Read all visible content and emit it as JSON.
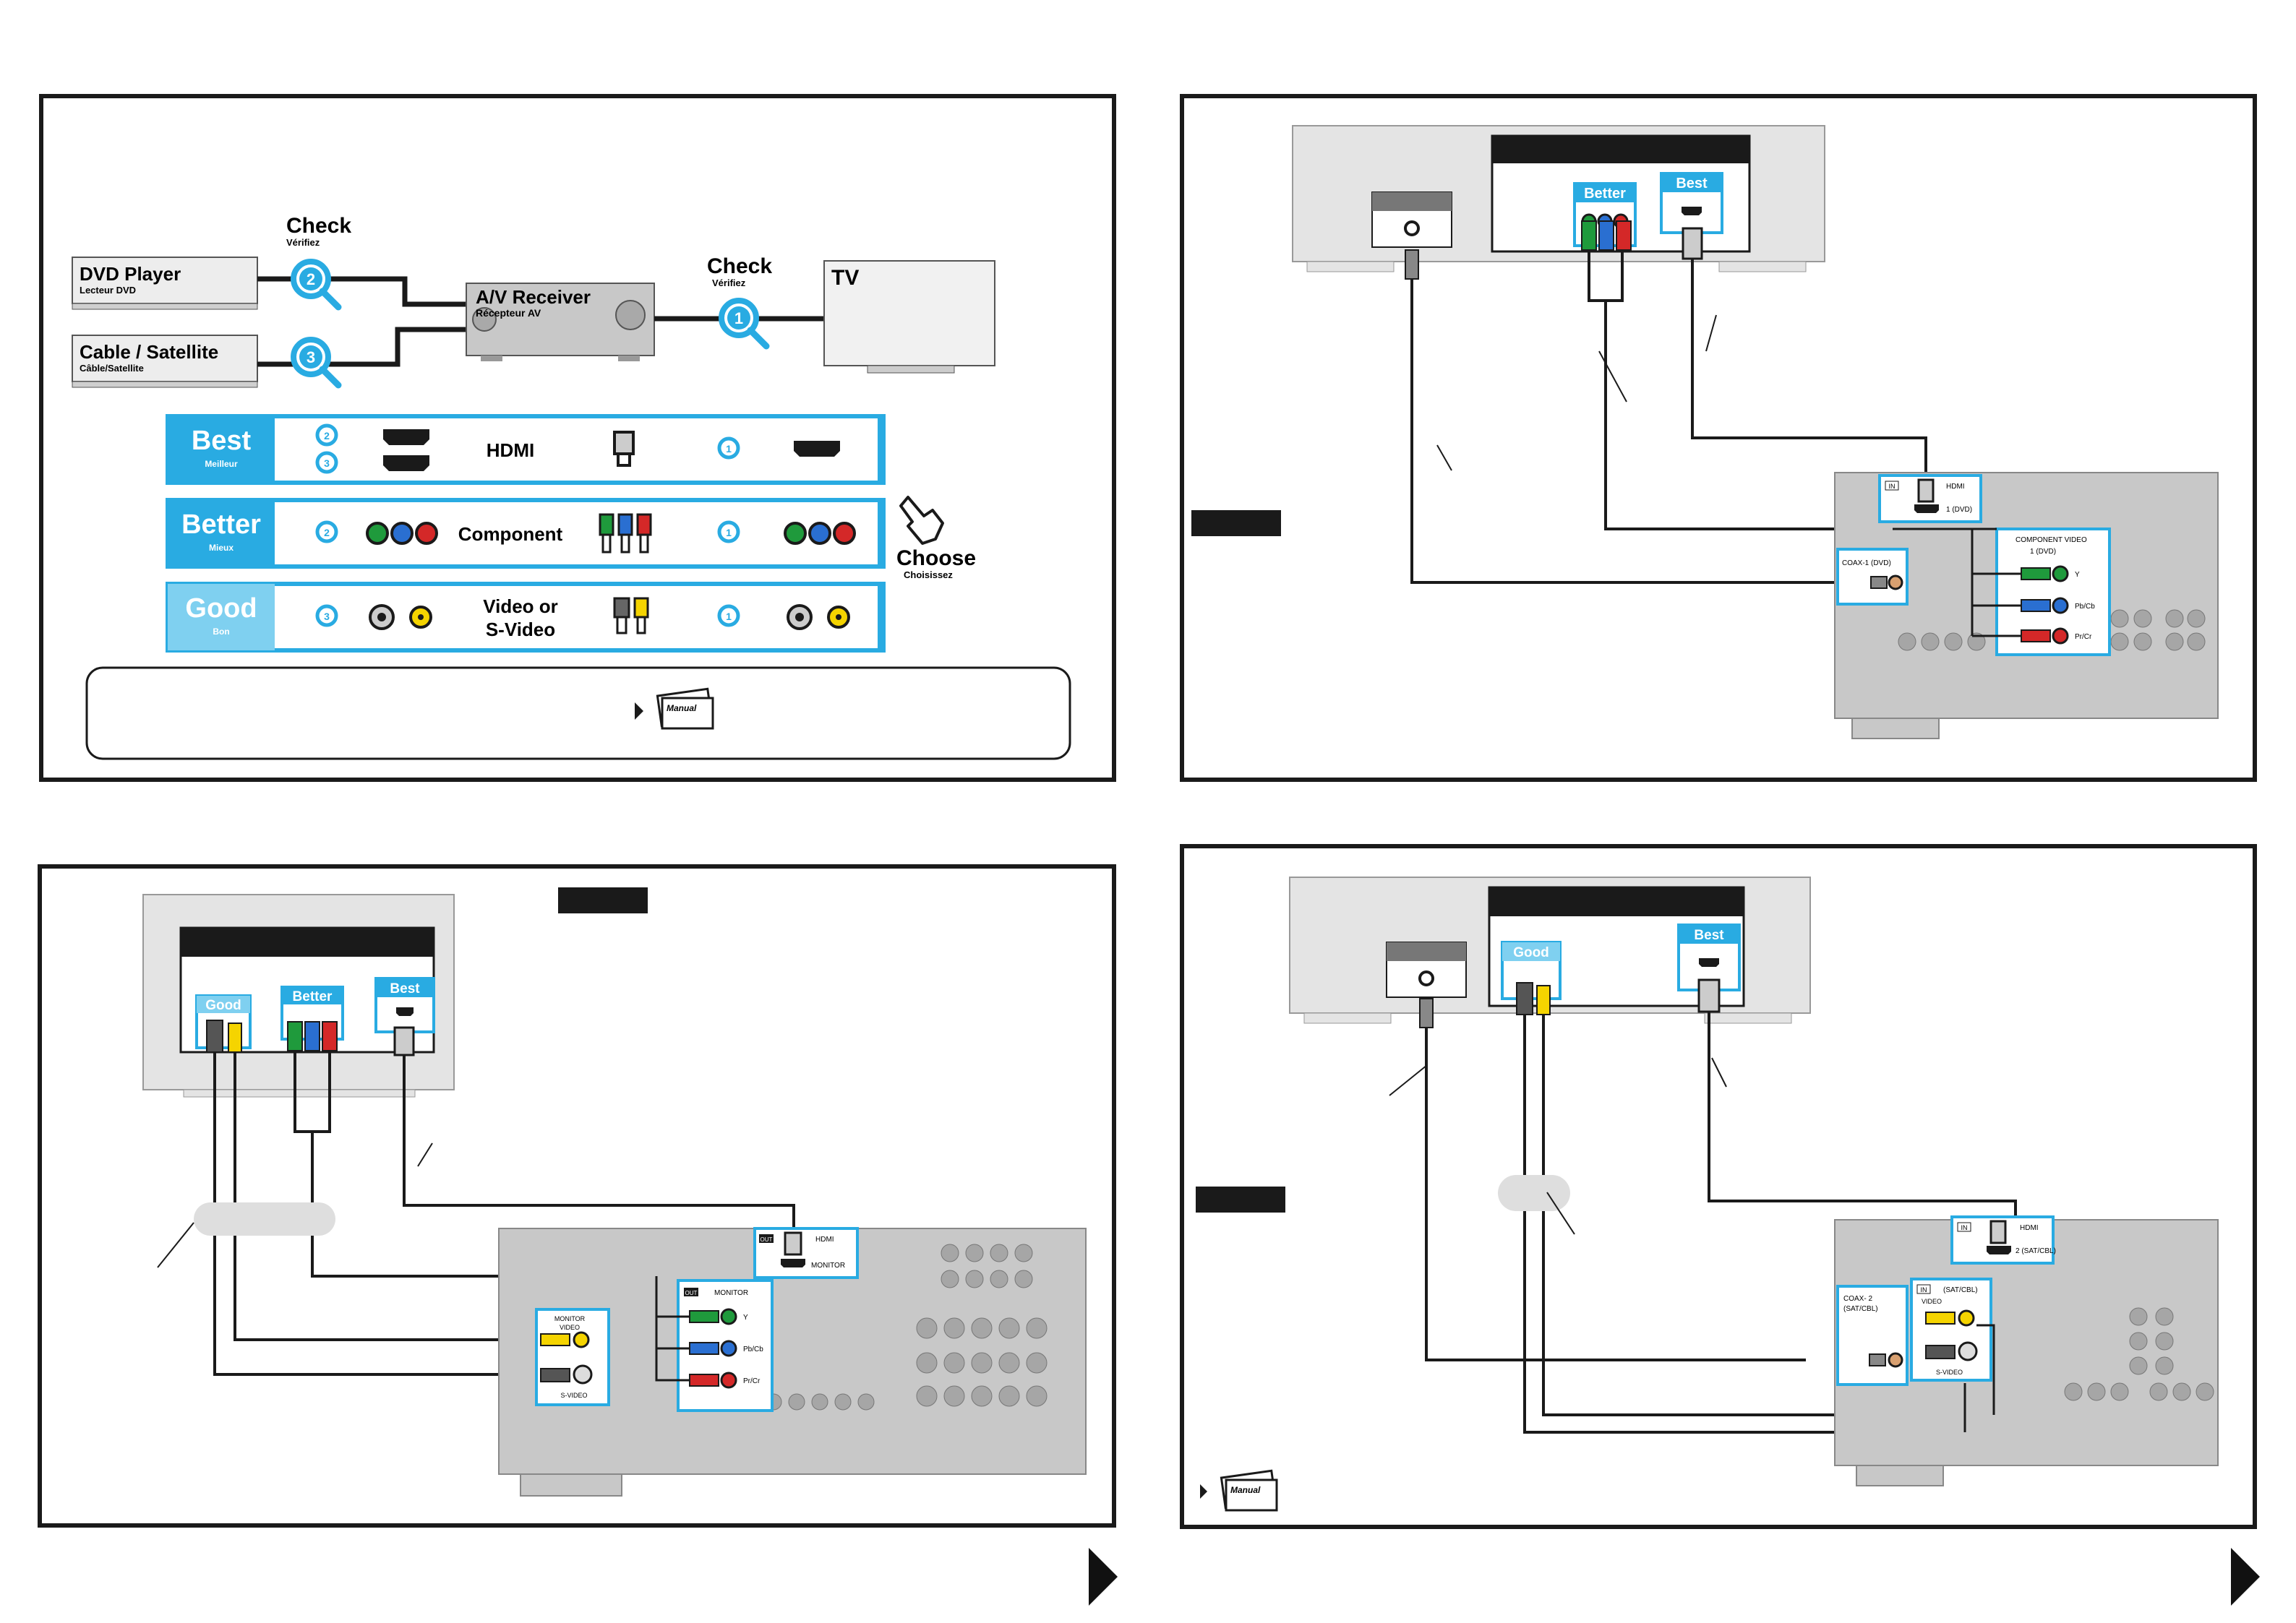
{
  "overview": {
    "check_labels": [
      {
        "title": "Check",
        "sub": "Vérifiez",
        "num": "2"
      },
      {
        "title": "Check",
        "sub": "Vérifiez",
        "num": "1"
      }
    ],
    "third_check_num": "3",
    "dvd_player": {
      "title": "DVD Player",
      "sub": "Lecteur DVD"
    },
    "cable_satellite": {
      "title": "Cable / Satellite",
      "sub": "Câble/Satellite"
    },
    "av_receiver": {
      "title": "A/V Receiver",
      "sub": "Récepteur AV"
    },
    "tv": {
      "title": "TV"
    },
    "rows": [
      {
        "grade": "Best",
        "grade_sub": "Meilleur",
        "connector": "HDMI",
        "nums": [
          "2",
          "3"
        ],
        "tv_num": "1"
      },
      {
        "grade": "Better",
        "grade_sub": "Mieux",
        "connector": "Component",
        "nums": [
          "2"
        ],
        "tv_num": "1"
      },
      {
        "grade": "Good",
        "grade_sub": "Bon",
        "connector": "Video or S-Video",
        "connector_lines": [
          "Video or",
          "S-Video"
        ],
        "nums": [
          "3"
        ],
        "tv_num": "1"
      }
    ],
    "choose": {
      "title": "Choose",
      "sub": "Choisissez"
    },
    "manual_label": "Manual"
  },
  "dvd_panel": {
    "better_label": "Better",
    "best_label": "Best",
    "receiver_labels": {
      "in": "IN",
      "hdmi": "HDMI",
      "hdmi_input": "1 (DVD)",
      "coax": "COAX-1 (DVD)",
      "component": "COMPONENT VIDEO",
      "component_input": "1 (DVD)",
      "y": "Y",
      "pb": "Pb/Cb",
      "pr": "Pr/Cr"
    }
  },
  "tv_panel": {
    "good_label": "Good",
    "better_label": "Better",
    "best_label": "Best",
    "receiver_labels": {
      "out": "OUT",
      "hdmi": "HDMI",
      "monitor": "MONITOR",
      "monitor_video_lines": [
        "MONITOR",
        "VIDEO"
      ],
      "s_video": "S-VIDEO",
      "component_monitor": "MONITOR",
      "y": "Y",
      "pb": "Pb/Cb",
      "pr": "Pr/Cr"
    }
  },
  "sat_panel": {
    "good_label": "Good",
    "best_label": "Best",
    "manual_label": "Manual",
    "receiver_labels": {
      "in": "IN",
      "hdmi": "HDMI",
      "hdmi_input": "2 (SAT/CBL)",
      "coax_lines": [
        "COAX- 2",
        "(SAT/CBL)"
      ],
      "video_input": "(SAT/CBL)",
      "video": "VIDEO",
      "s_video": "S-VIDEO"
    }
  },
  "colors": {
    "accent_blue": "#29abe2",
    "good_blue": "#7fd0f0",
    "dark": "#1a1a1a",
    "device_gray": "#d6d6d6",
    "receiver_gray": "#c8c8c8",
    "green": "#1f9a3c",
    "blue": "#2a6fd1",
    "red": "#d42828",
    "yellow": "#f5d400"
  }
}
